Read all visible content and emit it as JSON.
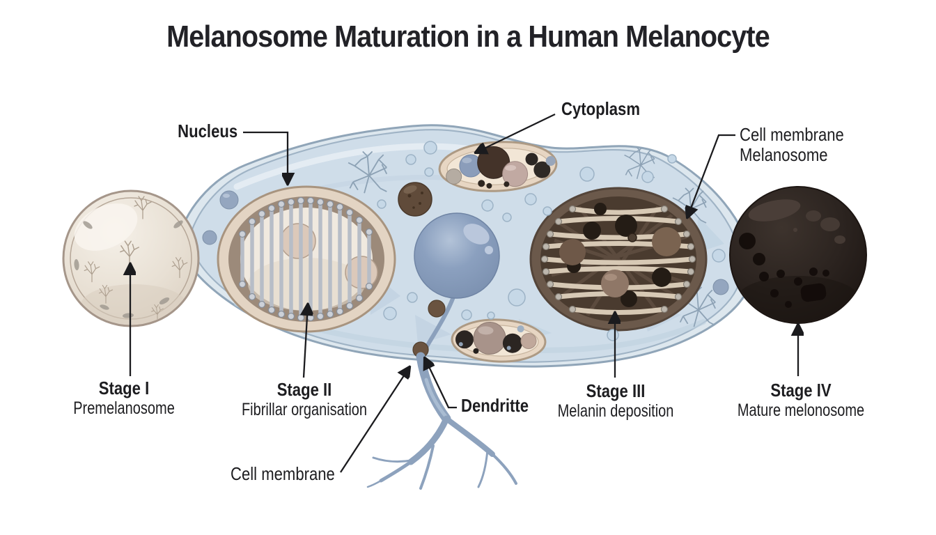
{
  "title": "Melanosome Maturation in a Human Melanocyte",
  "labels": {
    "nucleus": "Nucleus",
    "cytoplasm": "Cytoplasm",
    "cell_membrane_top": "Cell membrane",
    "melanosome": "Melanosome",
    "dendrite": "Dendritte",
    "cell_membrane_bottom": "Cell membrane"
  },
  "stages": [
    {
      "name": "Stage I",
      "description": "Premelanosome"
    },
    {
      "name": "Stage II",
      "description": "Fibrillar organisation"
    },
    {
      "name": "Stage III",
      "description": "Melanin deposition"
    },
    {
      "name": "Stage IV",
      "description": "Mature melonosome"
    }
  ],
  "colors": {
    "background": "#ffffff",
    "cell_band": "#dde7ee",
    "cell_interior": "#cfdde9",
    "cell_membrane_line": "#90a5b8",
    "stage1_fill": "#e6ddd1",
    "stage2_band": "#9c8a7a",
    "stage3_fill": "#4a3b2f",
    "stage4_fill": "#241c18",
    "fibril_light": "#d7c9b5",
    "dendrite": "#8da2bd",
    "pointer": "#1b1b1e",
    "label_text": "#1d1d20"
  }
}
